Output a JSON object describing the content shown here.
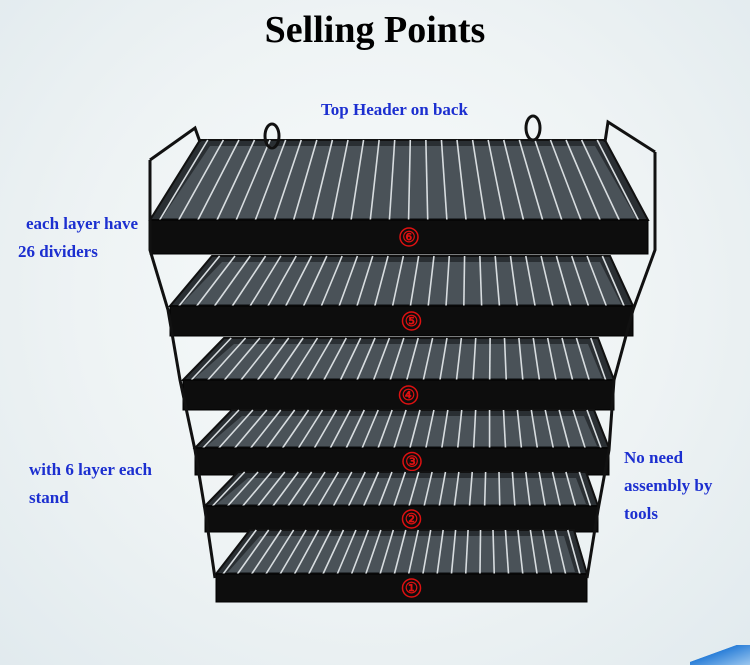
{
  "title": "Selling Points",
  "notes": {
    "top_header": "Top Header on back",
    "dividers": [
      "each layer have",
      "26 dividers"
    ],
    "layers": [
      "with 6 layer each",
      "stand"
    ],
    "assembly": [
      "No need",
      "assembly by",
      "tools"
    ]
  },
  "layer_badges": [
    "⑥",
    "⑤",
    "④",
    "③",
    "②",
    "①"
  ],
  "colors": {
    "note_text": "#1c2fd0",
    "badge": "#dd1111",
    "title": "#000000",
    "rack": "#111111"
  }
}
